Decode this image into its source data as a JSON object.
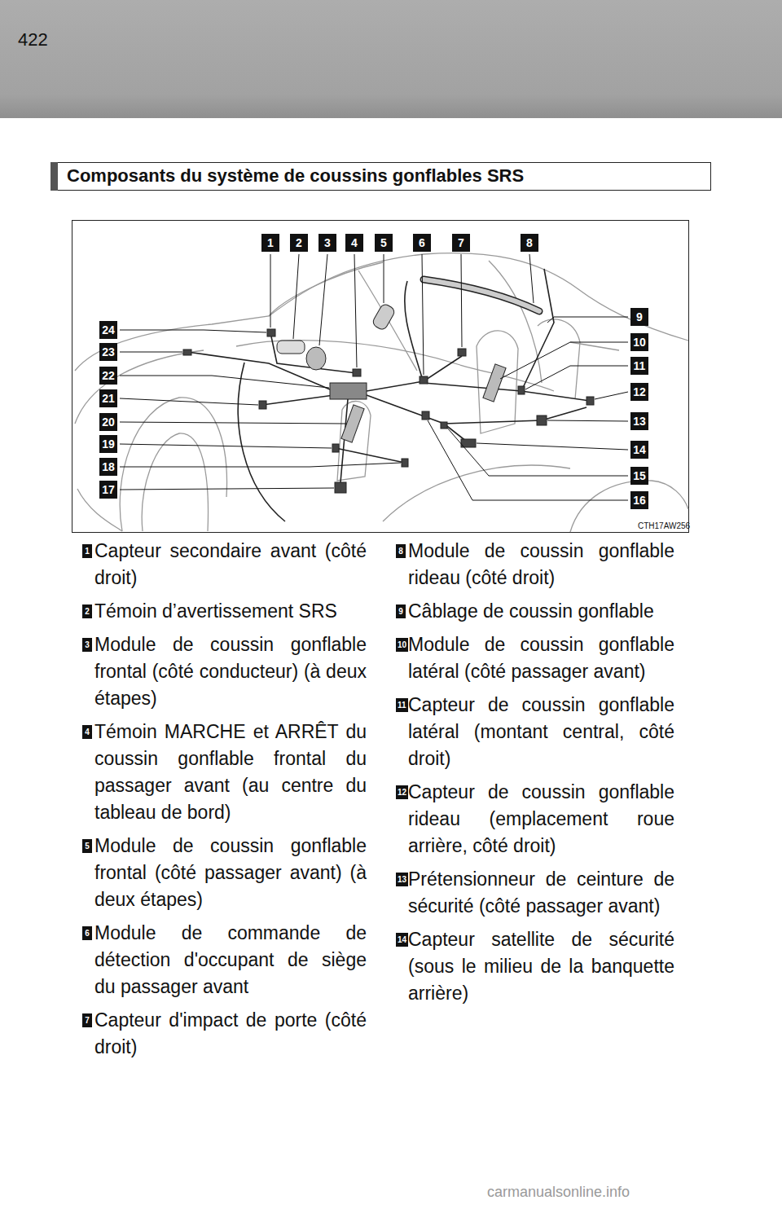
{
  "diagram": {
    "title": "Composants du système de coussins gonflables SRS",
    "nodes": [
      {
        "text": [
          "1"
        ]
      },
      {
        "text": [
          "2"
        ]
      },
      {
        "text": [
          "3"
        ]
      },
      {
        "text": [
          "4"
        ]
      },
      {
        "text": [
          "5"
        ]
      },
      {
        "text": [
          "6"
        ]
      },
      {
        "text": [
          "7"
        ]
      },
      {
        "text": [
          "8"
        ]
      },
      {
        "text": [
          "9"
        ]
      },
      {
        "text": [
          "10"
        ]
      },
      {
        "text": [
          "11"
        ]
      },
      {
        "text": [
          "12"
        ]
      },
      {
        "text": [
          "13"
        ]
      },
      {
        "text": [
          "14"
        ]
      },
      {
        "text": [
          "15"
        ]
      },
      {
        "text": [
          "16"
        ]
      },
      {
        "text": [
          "17"
        ]
      },
      {
        "text": [
          "18"
        ]
      },
      {
        "text": [
          "19"
        ]
      },
      {
        "text": [
          "20"
        ]
      },
      {
        "text": [
          "21"
        ]
      },
      {
        "text": [
          "22"
        ]
      },
      {
        "text": [
          "23"
        ]
      },
      {
        "text": [
          "24"
        ]
      },
      {
        "text": [
          "1"
        ]
      },
      {
        "text": [
          "2"
        ]
      },
      {
        "text": [
          "3"
        ]
      },
      {
        "text": [
          "4"
        ]
      },
      {
        "text": [
          "5"
        ]
      },
      {
        "text": [
          "6"
        ]
      },
      {
        "text": [
          "7"
        ]
      },
      {
        "text": [
          "8"
        ]
      },
      {
        "text": [
          "9"
        ]
      },
      {
        "text": [
          "10"
        ]
      },
      {
        "text": [
          "11"
        ]
      },
      {
        "text": [
          "12"
        ]
      },
      {
        "text": [
          "13"
        ]
      },
      {
        "text": [
          "14"
        ]
      }
    ],
    "labels": [
      "422",
      "CTH17AW256",
      "Capteur secondaire avant (côté droit)",
      "Témoin d’avertissement SRS",
      "Module de coussin gonflable frontal (côté conducteur) (à deux étapes)",
      "Témoin MARCHE et ARRÊT du coussin gonflable frontal du passager avant (au centre du tableau de bord)",
      "Module de coussin gonflable frontal (côté passager avant) (à deux étapes)",
      "Module de commande de détection d'occupant de siège du passager avant",
      "Capteur d'impact de porte (côté droit)",
      "Module de coussin gonflable rideau (côté droit)",
      "Câblage de coussin gonflable",
      "Module de coussin gonflable latéral (côté passager avant)",
      "Capteur de coussin gonflable latéral (montant central, côté droit)",
      "Capteur de coussin gonflable rideau (emplacement roue arrière, côté droit)",
      "Prétensionneur de ceinture de sécurité (côté passager avant)",
      "Capteur satellite de sécurité (sous le milieu de la banquette arrière)",
      "carmanualsonline.info"
    ]
  }
}
